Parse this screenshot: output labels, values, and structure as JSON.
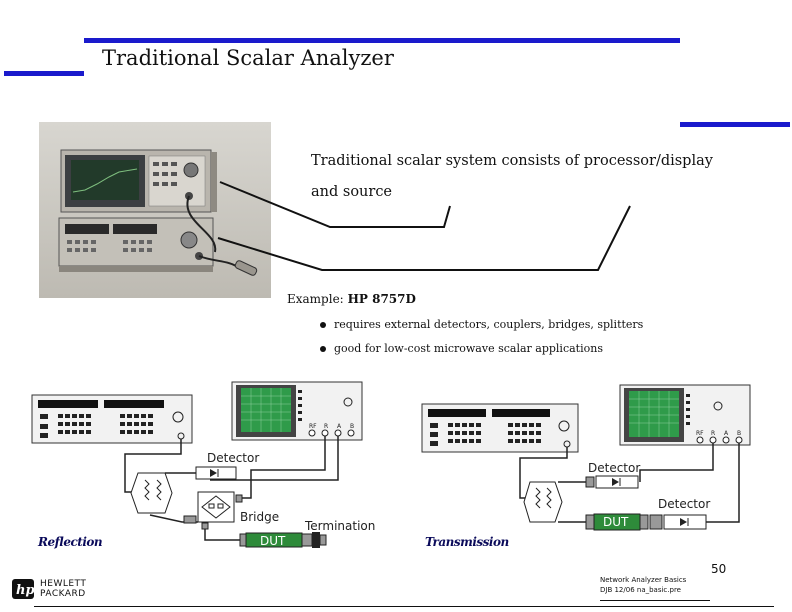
{
  "slide": {
    "title": "Traditional Scalar Analyzer",
    "description": "Traditional scalar system consists of processor/display and source",
    "example_prefix": "Example:",
    "example_model": "HP 8757D",
    "bullets": [
      "requires external detectors, couplers, bridges, splitters",
      "good for low-cost microwave scalar applications"
    ],
    "page_number": "50"
  },
  "reflection_diagram": {
    "caption": "Reflection",
    "detector_label": "Detector",
    "bridge_label": "Bridge",
    "termination_label": "Termination",
    "dut_label": "DUT",
    "port_labels": [
      "RF",
      "R",
      "A",
      "B"
    ]
  },
  "transmission_diagram": {
    "caption": "Transmission",
    "detector_label_top": "Detector",
    "detector_label_bottom": "Detector",
    "dut_label": "DUT",
    "port_labels": [
      "RF",
      "R",
      "A",
      "B"
    ]
  },
  "footer": {
    "course": "Network Analyzer Basics",
    "info": "DJB  12/06  na_basic.pre",
    "company_line1": "HEWLETT",
    "company_line2": "PACKARD"
  },
  "colors": {
    "accent_bar": "#1a1acc",
    "caption_text": "#0a0a5a",
    "dut_fill": "#2e8b3a"
  }
}
